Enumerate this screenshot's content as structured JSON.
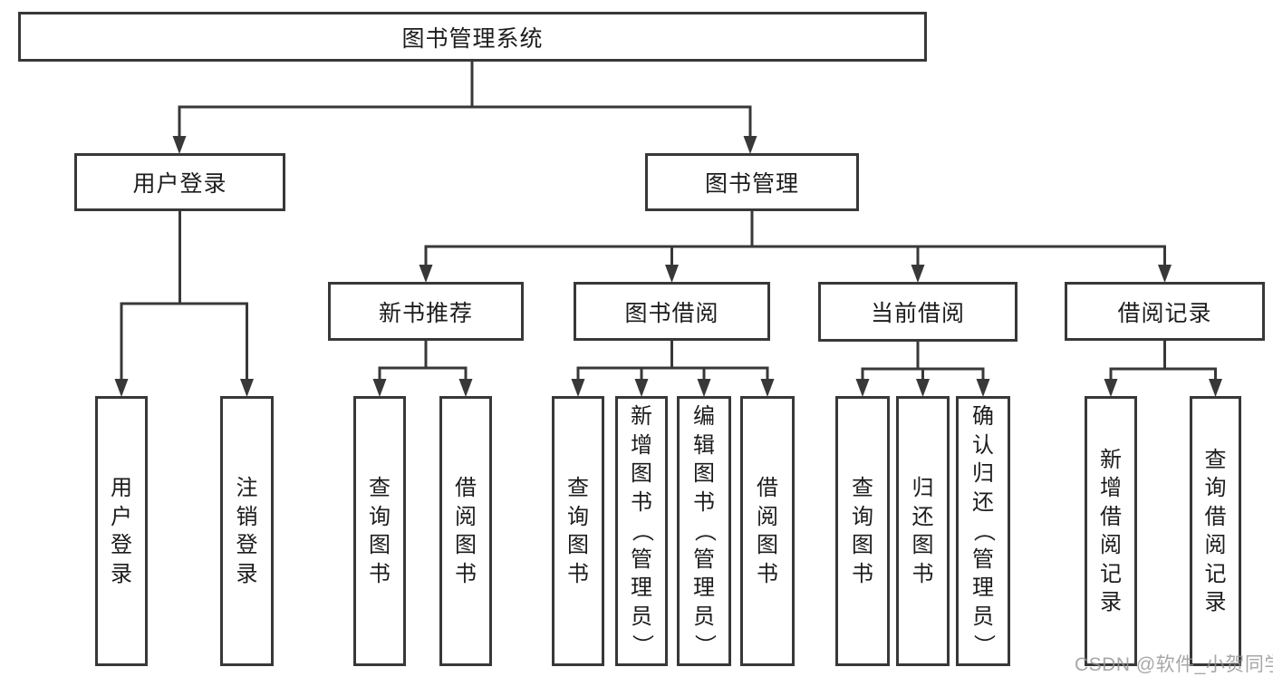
{
  "diagram": {
    "root": {
      "label": "图书管理系统"
    },
    "level2": [
      {
        "label": "用户登录"
      },
      {
        "label": "图书管理"
      }
    ],
    "level3": [
      {
        "label": "新书推荐"
      },
      {
        "label": "图书借阅"
      },
      {
        "label": "当前借阅"
      },
      {
        "label": "借阅记录"
      }
    ],
    "leaves": [
      {
        "label": "用户登录"
      },
      {
        "label": "注销登录"
      },
      {
        "label": "查询图书"
      },
      {
        "label": "借阅图书"
      },
      {
        "label": "查询图书"
      },
      {
        "label": "新增图书（管理员）"
      },
      {
        "label": "编辑图书（管理员）"
      },
      {
        "label": "借阅图书"
      },
      {
        "label": "查询图书"
      },
      {
        "label": "归还图书"
      },
      {
        "label": "确认归还（管理员）"
      },
      {
        "label": "新增借阅记录"
      },
      {
        "label": "查询借阅记录"
      }
    ]
  },
  "watermark": {
    "text": "CSDN @软件_小贺同学"
  },
  "colors": {
    "line": "#383838",
    "box_border": "#383838",
    "text": "#1c1c1c",
    "watermark": "#949494",
    "background": "#ffffff"
  }
}
